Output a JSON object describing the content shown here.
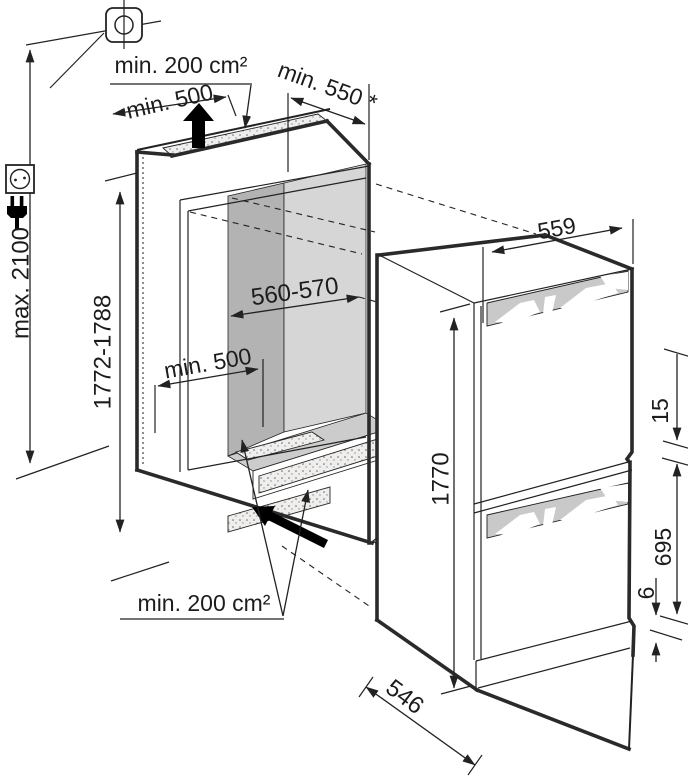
{
  "diagram": {
    "title": "built-in appliance niche installation drawing",
    "labels": {
      "top_vent_area": "min. 200 cm²",
      "top_duct_width": "min. 500",
      "top_depth_clearance": "min. 550 *",
      "niche_width": "560-570",
      "socket_max_height": "max. 2100",
      "niche_height": "1772-1788",
      "appliance_width": "559",
      "base_duct_width": "min. 500",
      "base_vent_area": "min. 200 cm²",
      "appliance_height": "1770",
      "top_gap": "15",
      "lower_door_height": "695",
      "bottom_gap": "6",
      "appliance_depth": "546"
    },
    "icons": [
      "junction-box-icon",
      "power-socket-icon",
      "power-plug-icon"
    ],
    "colors": {
      "line": "#222222",
      "interior_side_wall": "#b3b3b3",
      "interior_back_wall": "#d6d6d6",
      "interior_floor": "#cccccc",
      "vent_grille": "#c9c9c9",
      "airflow_arrow": "#000000"
    }
  }
}
